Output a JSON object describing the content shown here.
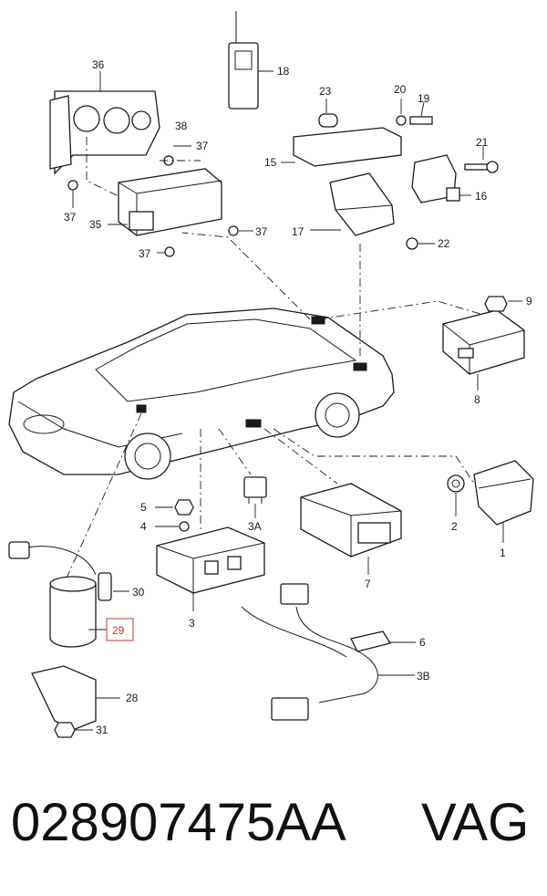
{
  "callouts": {
    "c1": "1",
    "c2": "2",
    "c3": "3",
    "c3a": "3A",
    "c3b": "3B",
    "c4": "4",
    "c5": "5",
    "c6": "6",
    "c7": "7",
    "c8": "8",
    "c9": "9",
    "c15": "15",
    "c16": "16",
    "c17": "17",
    "c18": "18",
    "c19": "19",
    "c20": "20",
    "c21": "21",
    "c22": "22",
    "c23": "23",
    "c28": "28",
    "c29": "29",
    "c30": "30",
    "c31": "31",
    "c35": "35",
    "c36": "36",
    "c37a": "37",
    "c37b": "37",
    "c37c": "37",
    "c37d": "37",
    "c38": "38"
  },
  "footer": {
    "part_number": "028907475AA",
    "brand": "VAG"
  },
  "highlight_color": "#d9534f"
}
